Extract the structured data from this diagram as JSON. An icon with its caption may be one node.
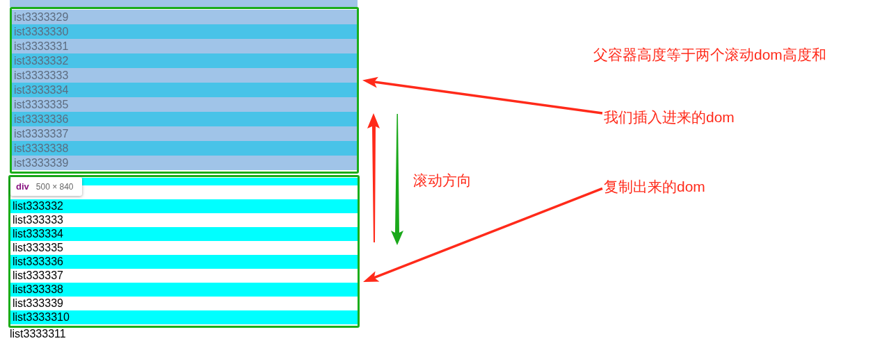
{
  "diagram": {
    "nodes": [
      {
        "text": [
          "ist3333329",
          "ist3333330",
          "ist3333331",
          "ist3333332",
          "ist3333333",
          "ist3333334",
          "ist3333335",
          "ist3333336",
          "ist3333337",
          "ist3333338",
          "ist3333339"
        ]
      },
      {
        "text": [
          "list333332",
          "list333333",
          "list333334",
          "list333335",
          "list333336",
          "list333337",
          "list333338",
          "list333339",
          "list3333310"
        ],
        "beside": [
          "list3333311"
        ]
      },
      {
        "text": [
          "div",
          "500 × 840"
        ],
        "in": 1
      },
      {
        "text": [
          "我们插入进来的dom"
        ]
      },
      {
        "text": [
          "复制出来的dom"
        ]
      }
    ],
    "edges": [
      {
        "from": 3,
        "to": 0,
        "arrow": "to"
      },
      {
        "from": 4,
        "to": 1,
        "arrow": "to"
      }
    ],
    "labels": [
      "父容器高度等于两个滚动dom高度和",
      "滚动方向"
    ]
  }
}
